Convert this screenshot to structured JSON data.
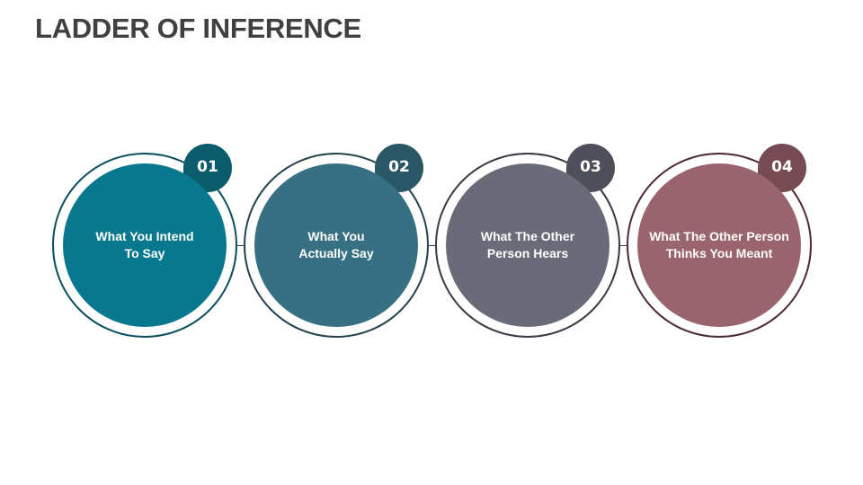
{
  "title": "LADDER OF INFERENCE",
  "steps": [
    {
      "number": "01",
      "label": "What You Intend\nTo Say",
      "fill_color": "#08788f",
      "badge_color": "#0b5c6b",
      "ring_color": "#0c4f5e"
    },
    {
      "number": "02",
      "label": "What You\nActually Say",
      "fill_color": "#377083",
      "badge_color": "#295765",
      "ring_color": "#24434f"
    },
    {
      "number": "03",
      "label": "What The Other\nPerson Hears",
      "fill_color": "#6a6b79",
      "badge_color": "#4f4f5b",
      "ring_color": "#3a3a44"
    },
    {
      "number": "04",
      "label": "What The Other Person\nThinks You Meant",
      "fill_color": "#99646d",
      "badge_color": "#764b53",
      "ring_color": "#4e2c33"
    }
  ],
  "connector_color": "#3a3a3a"
}
